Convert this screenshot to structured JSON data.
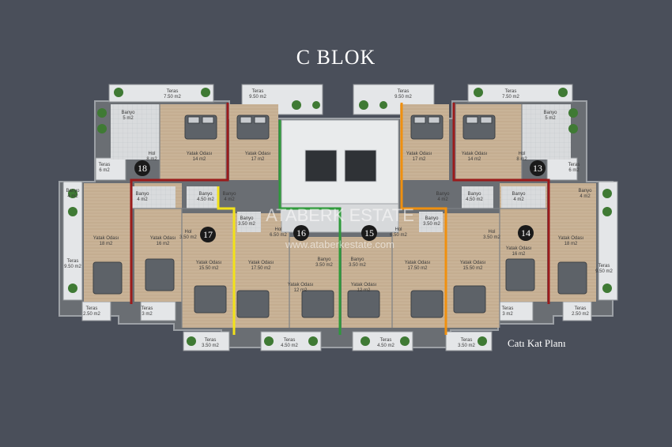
{
  "title": "C BLOK",
  "subtitle": "Catı Kat Planı",
  "watermark": "ATABERK ESTATE",
  "watermark_url": "www.ataberkestate.com",
  "colors": {
    "background": "#4a4f5a",
    "red": "#9b1b1b",
    "yellow": "#f2e21a",
    "green": "#2e9a3a",
    "orange": "#f0900f"
  },
  "unit_numbers": [
    "18",
    "17",
    "16",
    "15",
    "14",
    "13"
  ],
  "rooms": [
    {
      "name": "Teras",
      "area": "7.50 m2"
    },
    {
      "name": "Teras",
      "area": "9.50 m2"
    },
    {
      "name": "Teras",
      "area": "9.50 m2"
    },
    {
      "name": "Teras",
      "area": "7.50 m2"
    },
    {
      "name": "Banyo",
      "area": "5 m2"
    },
    {
      "name": "Banyo",
      "area": "5 m2"
    },
    {
      "name": "Hol",
      "area": "8 m2"
    },
    {
      "name": "Yatak Odası",
      "area": "14 m2"
    },
    {
      "name": "Yatak Odası",
      "area": "17 m2"
    },
    {
      "name": "Yatak Odası",
      "area": "17 m2"
    },
    {
      "name": "Yatak Odası",
      "area": "14 m2"
    },
    {
      "name": "Hol",
      "area": "8 m2"
    },
    {
      "name": "Teras",
      "area": "6 m2"
    },
    {
      "name": "Teras",
      "area": "6 m2"
    },
    {
      "name": "Banyo",
      "area": "4 m2"
    },
    {
      "name": "Banyo",
      "area": "4 m2"
    },
    {
      "name": "Banyo",
      "area": "4.50 m2"
    },
    {
      "name": "Banyo",
      "area": "4 m2"
    },
    {
      "name": "Banyo",
      "area": "3.50 m2"
    },
    {
      "name": "Banyo",
      "area": "4 m2"
    },
    {
      "name": "Banyo",
      "area": "3.50 m2"
    },
    {
      "name": "Banyo",
      "area": "4.50 m2"
    },
    {
      "name": "Banyo",
      "area": "4 m2"
    },
    {
      "name": "Banyo",
      "area": "4 m2"
    },
    {
      "name": "Yatak Odası",
      "area": "18 m2"
    },
    {
      "name": "Yatak Odası",
      "area": "16 m2"
    },
    {
      "name": "Hol",
      "area": "3.50 m2"
    },
    {
      "name": "Hol",
      "area": "6.50 m2"
    },
    {
      "name": "Hol",
      "area": "6.50 m2"
    },
    {
      "name": "Hol",
      "area": "3.50 m2"
    },
    {
      "name": "Yatak Odası",
      "area": "16 m2"
    },
    {
      "name": "Yatak Odası",
      "area": "18 m2"
    },
    {
      "name": "Teras",
      "area": "9.50 m2"
    },
    {
      "name": "Teras",
      "area": "9.50 m2"
    },
    {
      "name": "Yatak Odası",
      "area": "15.50 m2"
    },
    {
      "name": "Yatak Odası",
      "area": "17.50 m2"
    },
    {
      "name": "Banyo",
      "area": "3.50 m2"
    },
    {
      "name": "Banyo",
      "area": "3.50 m2"
    },
    {
      "name": "Yatak Odası",
      "area": "17.50 m2"
    },
    {
      "name": "Yatak Odası",
      "area": "15.50 m2"
    },
    {
      "name": "Yatak Odası",
      "area": "12 m2"
    },
    {
      "name": "Yatak Odası",
      "area": "12 m2"
    },
    {
      "name": "Teras",
      "area": "2.50 m2"
    },
    {
      "name": "Teras",
      "area": "3 m2"
    },
    {
      "name": "Teras",
      "area": "3 m2"
    },
    {
      "name": "Teras",
      "area": "2.50 m2"
    },
    {
      "name": "Teras",
      "area": "3.50 m2"
    },
    {
      "name": "Teras",
      "area": "4.50 m2"
    },
    {
      "name": "Teras",
      "area": "4.50 m2"
    },
    {
      "name": "Teras",
      "area": "3.50 m2"
    }
  ]
}
